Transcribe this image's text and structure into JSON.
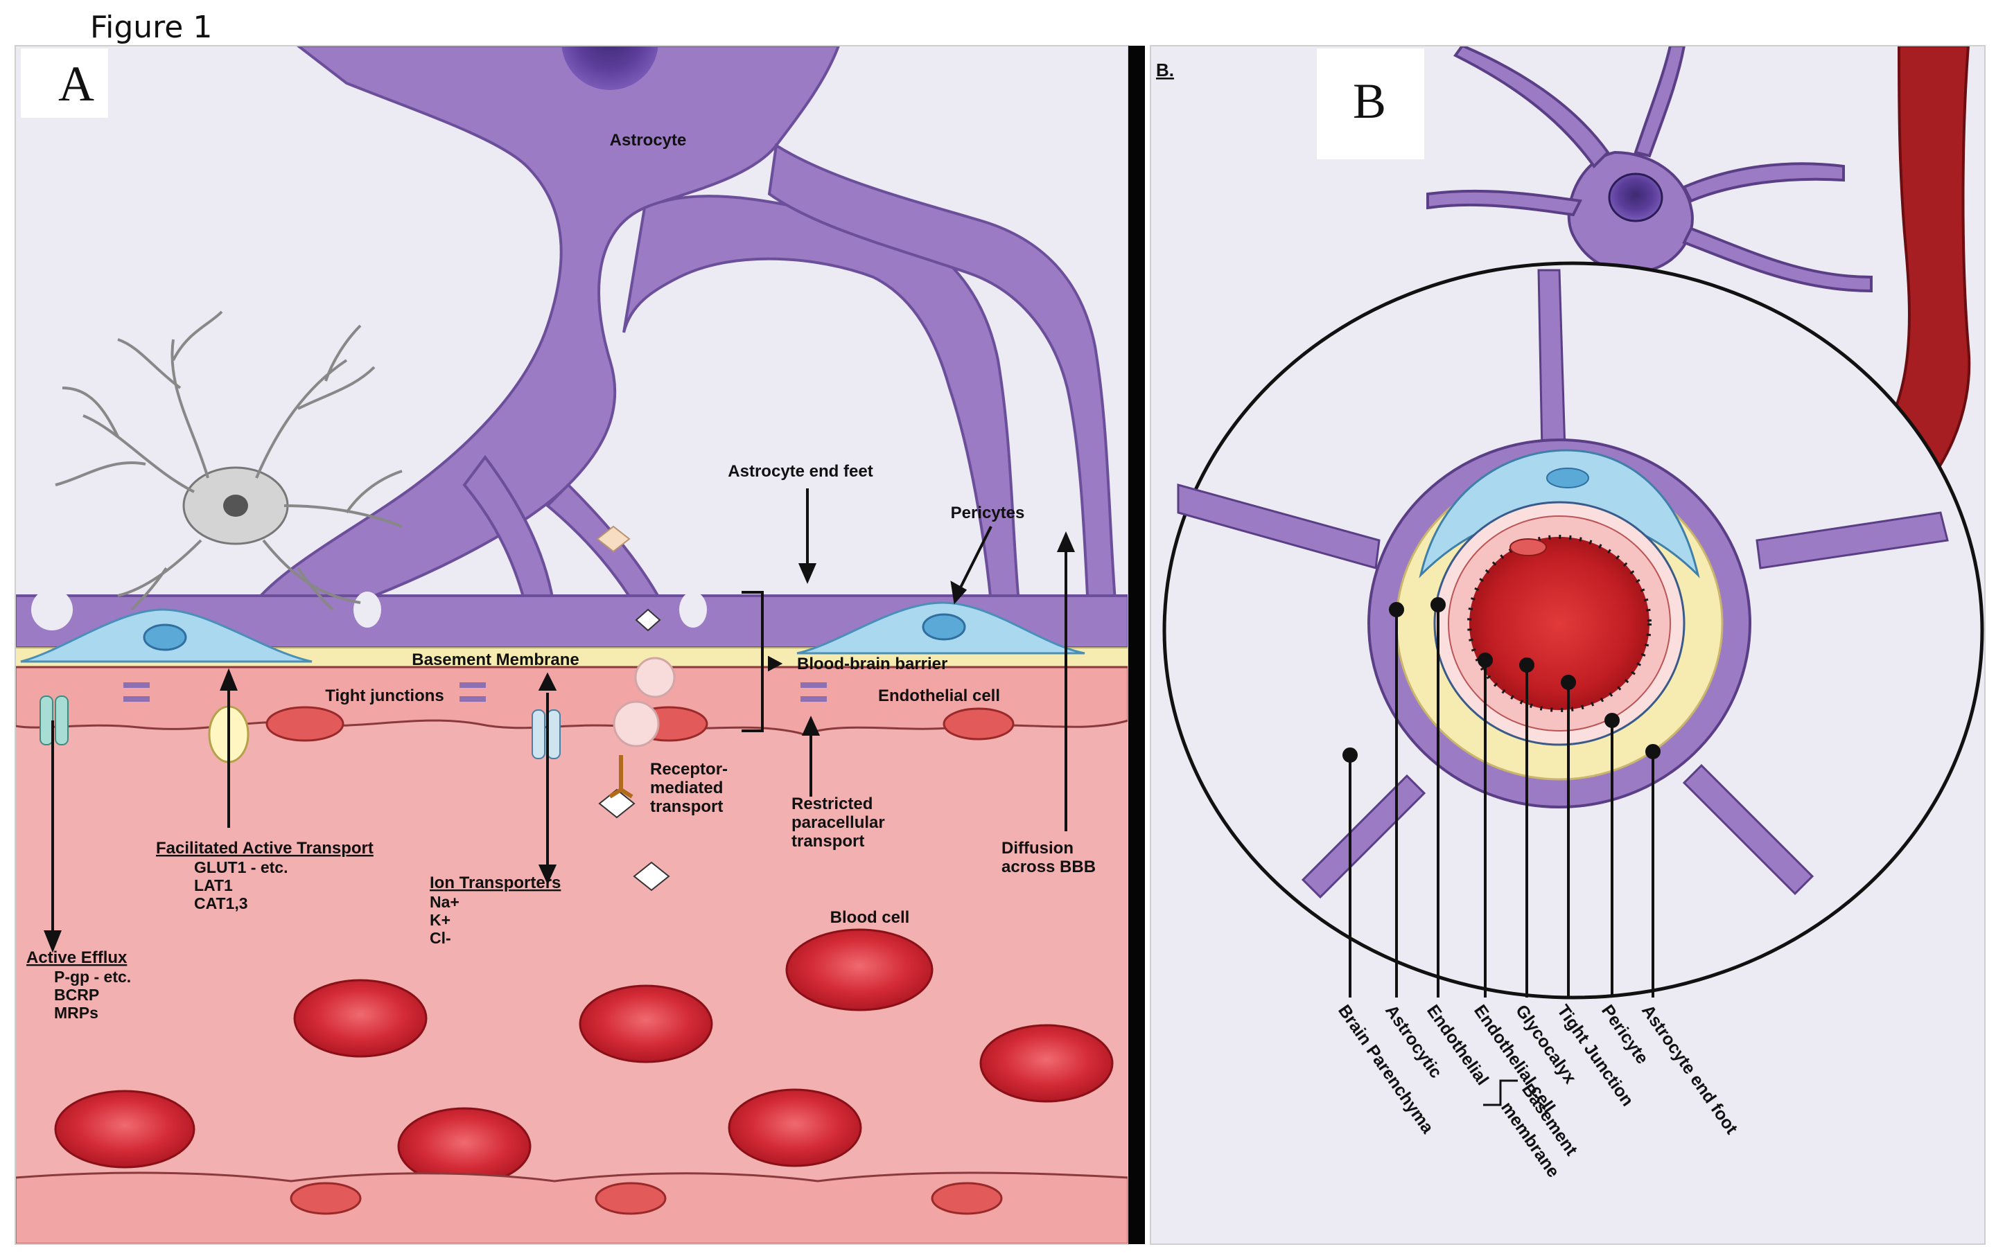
{
  "figure": {
    "title": "Figure 1"
  },
  "panel_a": {
    "letter": "A",
    "labels": {
      "astrocyte": "Astrocyte",
      "astrocyte_end_feet": "Astrocyte end feet",
      "pericytes": "Pericytes",
      "basement_membrane": "Basement Membrane",
      "blood_brain_barrier": "Blood-brain barrier",
      "tight_junctions": "Tight junctions",
      "endothelial_cell": "Endothelial cell",
      "receptor_mediated": [
        "Receptor-",
        "mediated",
        "transport"
      ],
      "restricted_paracellular": [
        "Restricted",
        "paracellular",
        "transport"
      ],
      "diffusion": [
        "Diffusion",
        "across BBB"
      ],
      "blood_cell": "Blood cell"
    },
    "facilitated_active_transport": {
      "title": "Facilitated Active Transport",
      "items": [
        "GLUT1 - etc.",
        "LAT1",
        "CAT1,3"
      ]
    },
    "ion_transporters": {
      "title": "Ion Transporters",
      "items": [
        "Na+",
        "K+",
        "Cl-"
      ]
    },
    "active_efflux": {
      "title": "Active Efflux",
      "items": [
        "P-gp - etc.",
        "BCRP",
        "MRPs"
      ]
    }
  },
  "panel_b": {
    "letter": "B",
    "small_tag": "B.",
    "layers": [
      "Brain Parenchyma",
      "Astrocytic",
      "Endothelial",
      "Endothelial cell",
      "Glycocalyx",
      "Tight Junction",
      "Pericyte",
      "Astrocyte end foot"
    ],
    "basement_membrane": [
      "Basement",
      "membrane"
    ]
  },
  "colors": {
    "astrocyte_purple": "#9b7bc4",
    "astrocyte_outline": "#5a3f86",
    "nucleus_purple": "#5b3d9a",
    "pericyte_blue": "#a9d8ef",
    "basement_yellow": "#f6ebb0",
    "endothelial_pink": "#f1a5a5",
    "lumen_pink": "#f3b5b5",
    "blood_red": "#d42b37",
    "vessel_dark_red": "#a61e22",
    "background_lavender": "#ecebf3"
  }
}
